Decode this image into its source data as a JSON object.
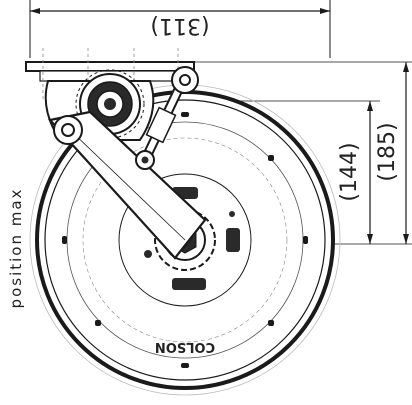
{
  "dimensions": {
    "top_width": "(311)",
    "height_inner": "(144)",
    "height_outer": "(185)"
  },
  "side_label": "position max",
  "wheel_brand": "COLSON",
  "colors": {
    "ink": "#1a1a1a",
    "fill_dark": "#2a2a2a",
    "background": "#ffffff"
  }
}
